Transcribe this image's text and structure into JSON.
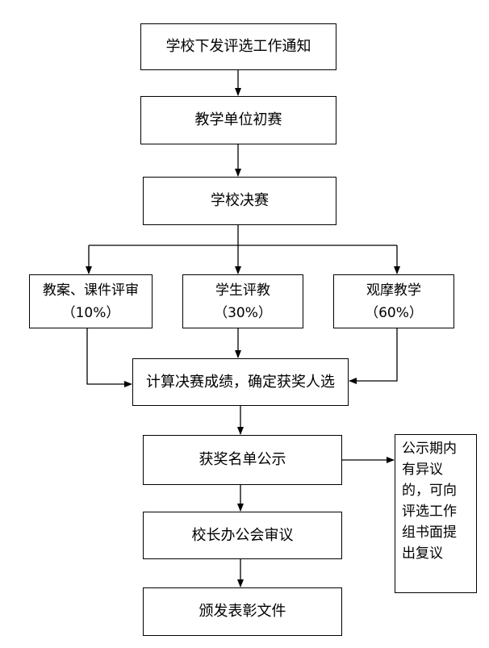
{
  "flowchart": {
    "step1": "学校下发评选工作通知",
    "step2": "教学单位初赛",
    "step3": "学校决赛",
    "branch_left": {
      "line1": "教案、课件评审",
      "line2": "（10%）"
    },
    "branch_mid": {
      "line1": "学生评教",
      "line2": "（30%）"
    },
    "branch_right": {
      "line1": "观摩教学",
      "line2": "（60%）"
    },
    "step4": "计算决赛成绩，确定获奖人选",
    "step5": "获奖名单公示",
    "step6": "校长办公会审议",
    "step7": "颁发表彰文件",
    "side_note": {
      "lines": [
        "公示期内",
        "有异议",
        "的，可向",
        "评选工作",
        "组书面提",
        "出复议"
      ]
    }
  }
}
